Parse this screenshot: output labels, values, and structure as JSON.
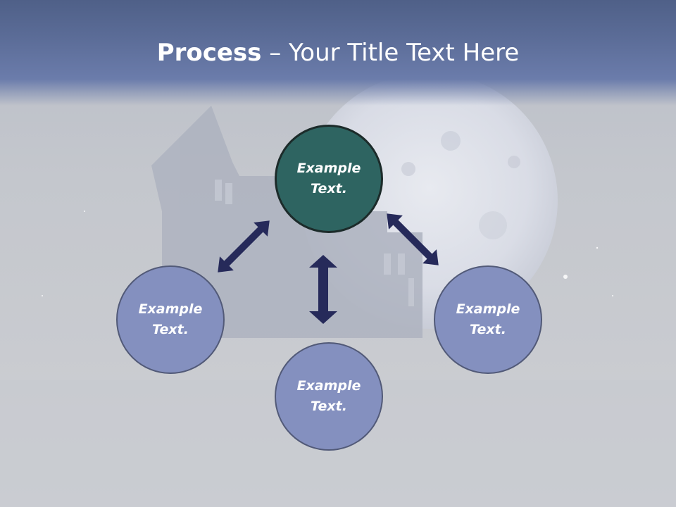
{
  "title": {
    "bold": "Process",
    "rest": " – Your Title Text Here"
  },
  "nodes": {
    "top": "Example Text.",
    "left": "Example Text.",
    "right": "Example Text.",
    "bottom": "Example Text."
  },
  "colors": {
    "header": "#5b6c97",
    "node_fill": "#8490bf",
    "node_center_fill": "#2e6461",
    "arrow": "#262a5a"
  }
}
